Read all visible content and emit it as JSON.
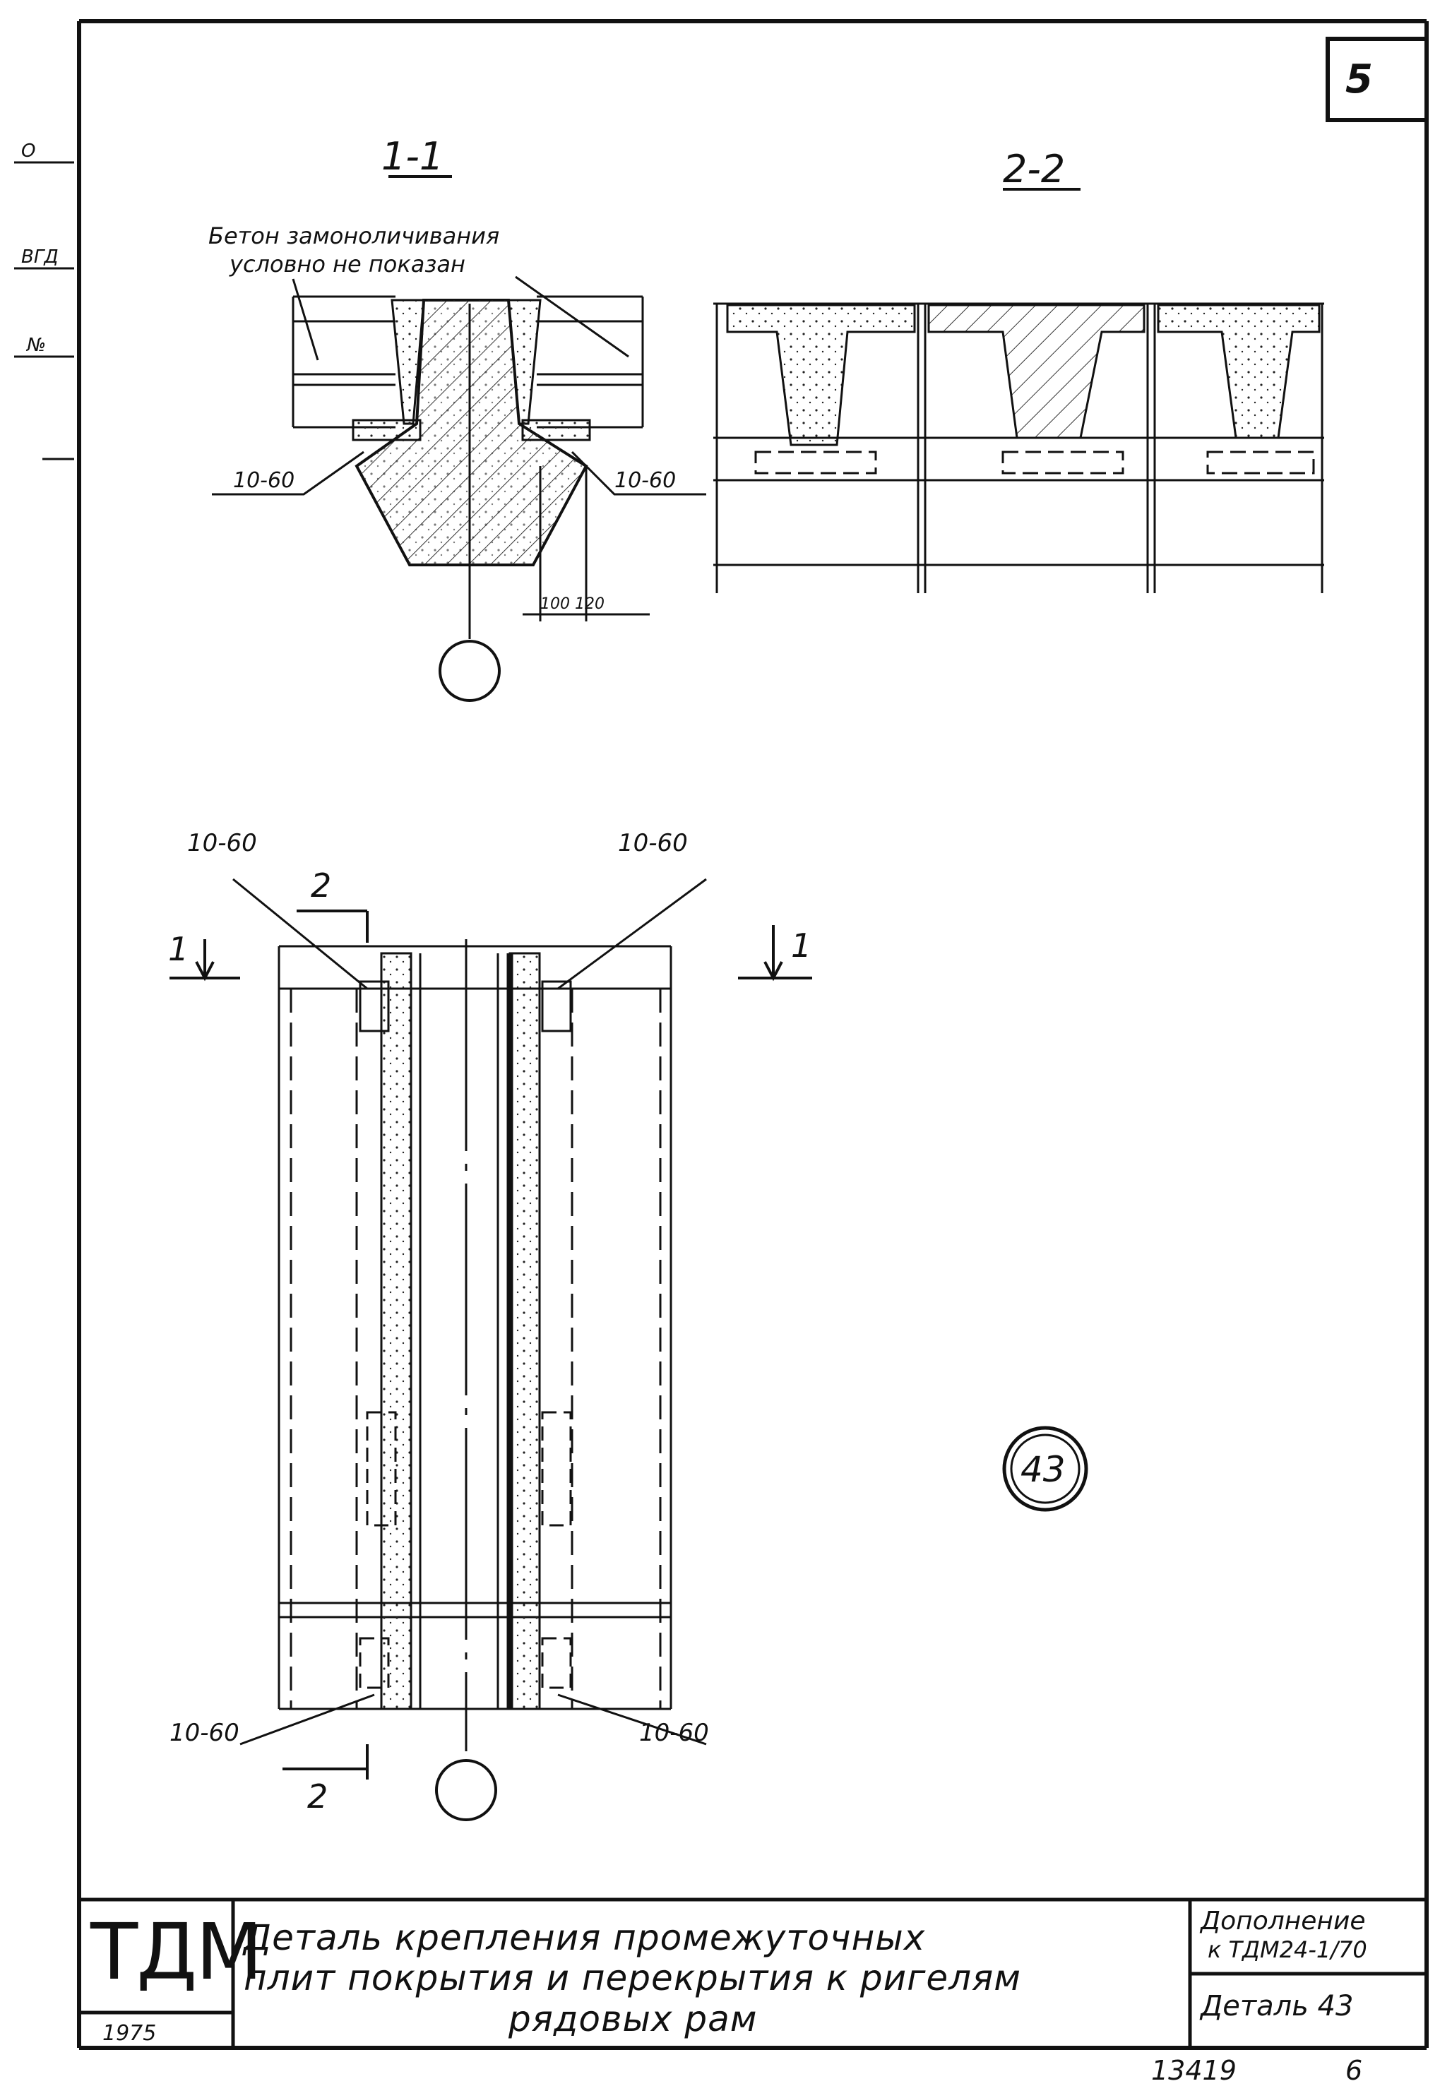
{
  "sheet": {
    "number": "5",
    "footer_code": "13419",
    "footer_page": "6"
  },
  "side_marks": [
    "О",
    "ВГД",
    "№"
  ],
  "sections": {
    "section_1": {
      "label": "1-1",
      "note_line1": "Бетон замоноличивания",
      "note_line2": "условно не показан",
      "weld_left": "10-60",
      "weld_right": "10-60",
      "dim": "100 120"
    },
    "section_2": {
      "label": "2-2"
    }
  },
  "plan": {
    "weld_top_left": "10-60",
    "weld_top_right": "10-60",
    "weld_bottom_left": "10-60",
    "weld_bottom_right": "10-60",
    "cut_1_left": "1",
    "cut_1_right": "1",
    "cut_2_top": "2",
    "cut_2_bottom": "2"
  },
  "detail_marker": "43",
  "title_block": {
    "logo": "ТДМ",
    "year": "1975",
    "title_line1": "Деталь крепления промежуточных",
    "title_line2": "плит покрытия и перекрытия к ригелям",
    "title_line3": "рядовых рам",
    "supplement_line1": "Дополнение",
    "supplement_line2": "к ТДМ24-1/70",
    "detail_label": "Деталь 43"
  }
}
